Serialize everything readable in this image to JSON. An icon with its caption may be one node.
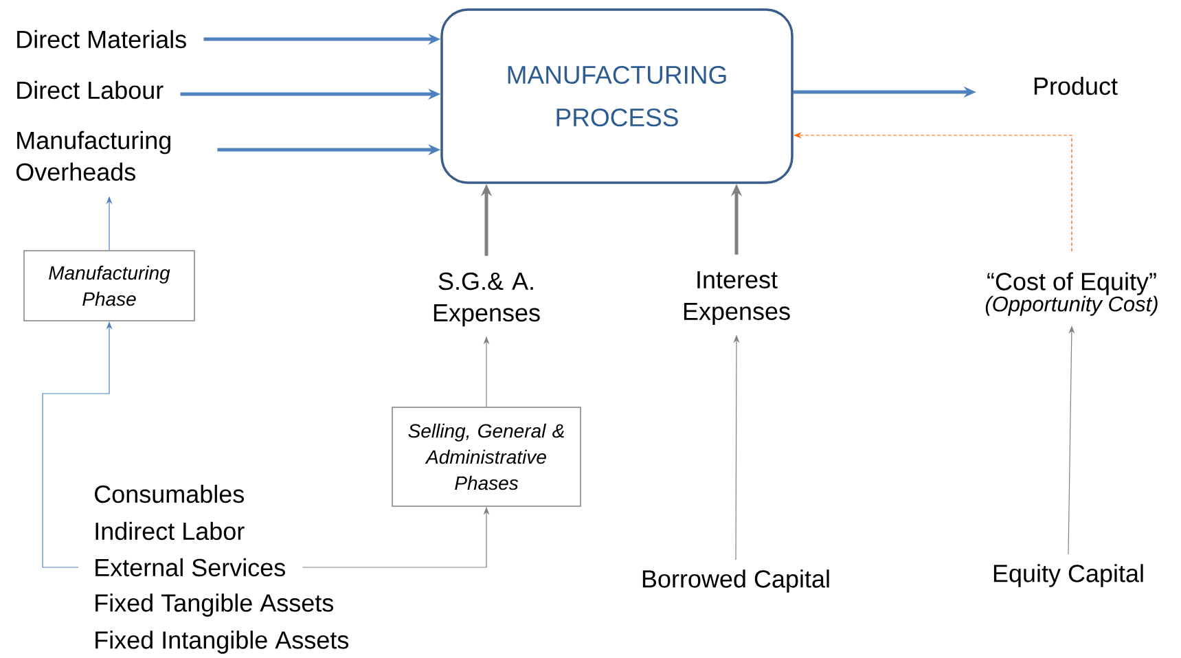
{
  "diagram": {
    "nodes": [
      {
        "text": [
          "Direct Materials"
        ]
      },
      {
        "text": [
          "Direct Labour"
        ]
      },
      {
        "text": [
          "Manufacturing Overheads"
        ]
      },
      {
        "text": [
          "MANUFACTURING PROCESS"
        ]
      },
      {
        "text": [
          "Product"
        ]
      },
      {
        "text": [
          "Manufacturing Phase"
        ]
      },
      {
        "text": [
          "S.G.& A. Expenses"
        ]
      },
      {
        "text": [
          "Interest Expenses"
        ]
      },
      {
        "text": [
          "“Cost of Equity”",
          "(Opportunity Cost)"
        ]
      },
      {
        "text": [
          "Selling, General & Administrative Phases"
        ]
      },
      {
        "text": [
          "Consumables"
        ]
      },
      {
        "text": [
          "Indirect Labor"
        ]
      },
      {
        "text": [
          "External Services"
        ]
      },
      {
        "text": [
          "Fixed Tangible Assets"
        ]
      },
      {
        "text": [
          "Fixed Intangible Assets"
        ]
      },
      {
        "text": [
          "Borrowed Capital"
        ]
      },
      {
        "text": [
          "Equity Capital"
        ]
      }
    ],
    "edges": [
      {
        "from": 0,
        "to": 3,
        "arrow": "to",
        "style": "thick",
        "color": "#4f81bd"
      },
      {
        "from": 1,
        "to": 3,
        "arrow": "to",
        "style": "thick",
        "color": "#4f81bd"
      },
      {
        "from": 2,
        "to": 3,
        "arrow": "to",
        "style": "thick",
        "color": "#4f81bd"
      },
      {
        "from": 3,
        "to": 4,
        "arrow": "to",
        "style": "thick",
        "color": "#4f81bd"
      },
      {
        "from": 5,
        "to": 2,
        "arrow": "to",
        "color": "#4f81bd"
      },
      {
        "from": 12,
        "to": 5,
        "arrow": "to",
        "color": "#4f81bd"
      },
      {
        "from": 6,
        "to": 3,
        "arrow": "to",
        "style": "thick",
        "color": "#808080"
      },
      {
        "from": 7,
        "to": 3,
        "arrow": "to",
        "style": "thick",
        "color": "#808080"
      },
      {
        "from": 8,
        "to": 3,
        "arrow": "to",
        "style": "dashed",
        "color": "#ff6600"
      },
      {
        "from": 9,
        "to": 6,
        "arrow": "to",
        "color": "#808080"
      },
      {
        "from": 12,
        "to": 9,
        "arrow": "to",
        "color": "#808080"
      },
      {
        "from": 15,
        "to": 7,
        "arrow": "to",
        "color": "#808080"
      },
      {
        "from": 16,
        "to": 8,
        "arrow": "to",
        "color": "#808080"
      }
    ]
  }
}
